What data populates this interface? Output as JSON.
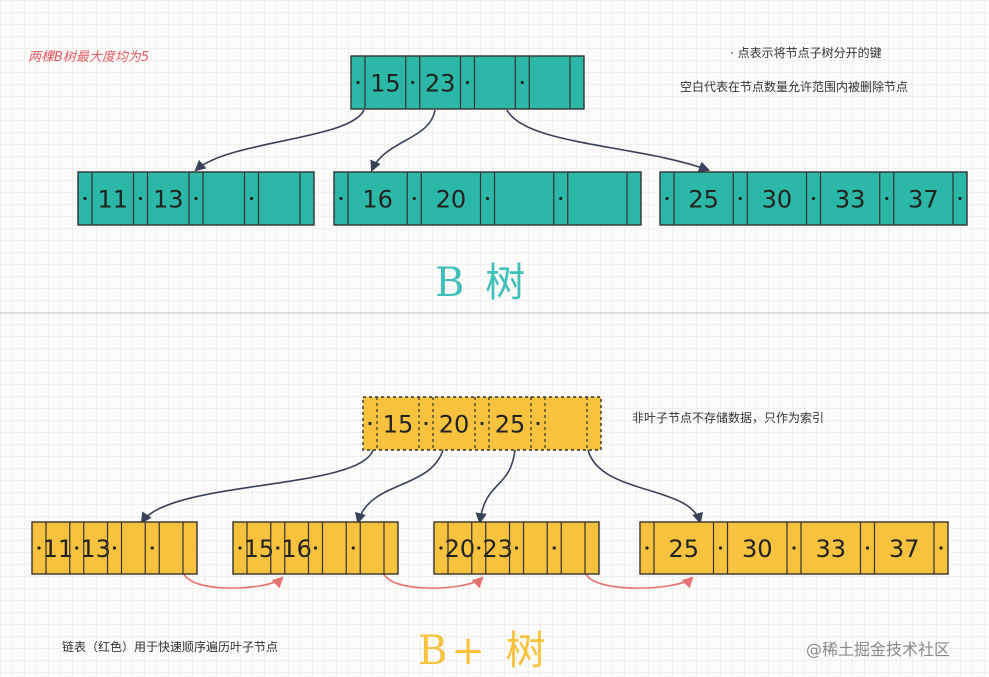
{
  "colors": {
    "btree_fill": "#2bb8a6",
    "bplus_fill": "#f7c23e",
    "arrow": "#3a4257",
    "link_arrow": "#e57373",
    "title_btree": "#40c0b8",
    "title_bplus": "#f7c23e"
  },
  "btree": {
    "note_degree": "两棵B树最大度均为5",
    "note_dot": "· 点表示将节点子树分开的键",
    "note_empty": "空白代表在节点数量允许范围内被删除节点",
    "title": "B 树",
    "root": [
      "15",
      "23"
    ],
    "leaves": [
      [
        "11",
        "13"
      ],
      [
        "16",
        "20"
      ],
      [
        "25",
        "30",
        "33",
        "37"
      ]
    ]
  },
  "bplus": {
    "note_nonleaf": "非叶子节点不存储数据，只作为索引",
    "note_linked": "链表（红色）用于快速顺序遍历叶子节点",
    "title": "B+ 树",
    "root": [
      "15",
      "20",
      "25"
    ],
    "leaves": [
      [
        "11",
        "13"
      ],
      [
        "15",
        "16"
      ],
      [
        "20",
        "23"
      ],
      [
        "25",
        "30",
        "33",
        "37"
      ]
    ]
  },
  "watermark": "@稀土掘金技术社区"
}
